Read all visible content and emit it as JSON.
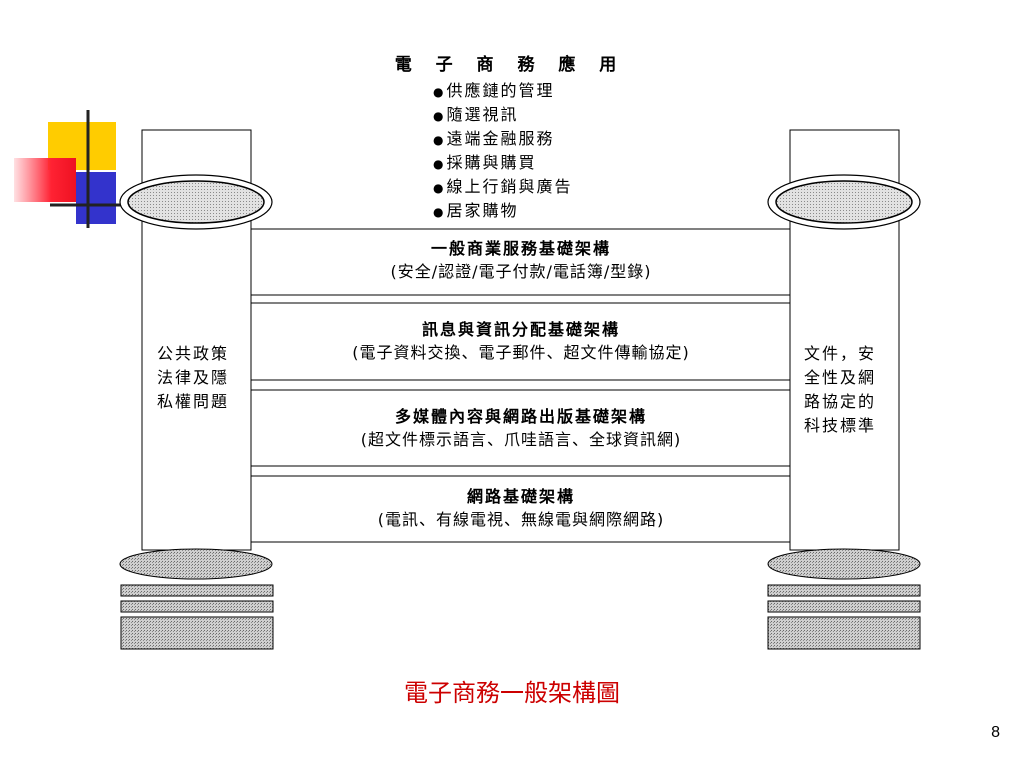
{
  "applications": {
    "title": "電 子 商 務 應 用",
    "items": [
      "供應鏈的管理",
      "隨選視訊",
      "遠端金融服務",
      "採購與購買",
      "線上行銷與廣告",
      "居家購物"
    ]
  },
  "layers": [
    {
      "title": "一般商業服務基礎架構",
      "subtitle": "(安全/認證/電子付款/電話簿/型錄)"
    },
    {
      "title": "訊息與資訊分配基礎架構",
      "subtitle": "(電子資料交換、電子郵件、超文件傳輸協定)"
    },
    {
      "title": "多媒體內容與網路出版基礎架構",
      "subtitle": "(超文件標示語言、爪哇語言、全球資訊網)"
    },
    {
      "title": "網路基礎架構",
      "subtitle": "(電訊、有線電視、無線電與網際網路)"
    }
  ],
  "pillars": {
    "left": [
      "公共政策",
      "法律及隱",
      "私權問題"
    ],
    "right": [
      "文件，安",
      "全性及網",
      "路協定的",
      "科技標準"
    ]
  },
  "caption": "電子商務一般架構圖",
  "page_number": "8",
  "colors": {
    "caption": "#cc0000",
    "logo_yellow": "#ffcc00",
    "logo_red": "#ff3344",
    "logo_blue": "#3333cc",
    "ellipse_fill": "#d8d8d8",
    "base_fill": "#c8c8c8"
  }
}
